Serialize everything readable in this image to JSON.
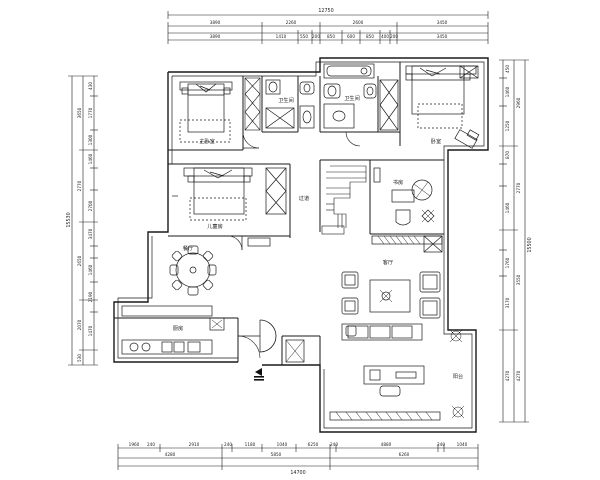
{
  "dimensions": {
    "top": {
      "overall": "12750",
      "row2": [
        "3890",
        "2260",
        "2600",
        "3450"
      ],
      "row3": [
        "3890",
        "1410",
        "550",
        "200",
        "850",
        "600",
        "850",
        "400",
        "200",
        "3450"
      ]
    },
    "bottom": {
      "overall": "14700",
      "row2": [
        "4280",
        "5850",
        "6260"
      ],
      "row1": [
        "1960",
        "240",
        "2910",
        "240",
        "1180",
        "1040",
        "6250",
        "240",
        "4880",
        "240",
        "1040"
      ]
    },
    "left": {
      "overall": "15530",
      "row2": [
        "3650",
        "2770",
        "2650",
        "2070",
        "530"
      ],
      "row1": [
        "430",
        "1770",
        "1300",
        "1460",
        "2700",
        "3470",
        "1460",
        "2190",
        "1470"
      ]
    },
    "right": {
      "overall": "15500",
      "row2": [
        "2960",
        "2770",
        "3550",
        "4270"
      ],
      "row1": [
        "450",
        "1460",
        "1250",
        "870",
        "1460",
        "1760",
        "3170",
        "4270"
      ]
    }
  },
  "rooms": {
    "bedroom_nw": "主卧室",
    "bath_a": "卫生间",
    "bath_b": "卫生间",
    "bedroom_ne": "卧室",
    "bedroom_w": "儿童房",
    "corridor": "过道",
    "study": "书房",
    "living": "客厅",
    "dining": "餐厅",
    "kitchen": "厨房",
    "balcony": "阳台",
    "entrance_mark": "入口"
  },
  "colors": {
    "line": "#1a1a1a",
    "dim": "#333333"
  }
}
